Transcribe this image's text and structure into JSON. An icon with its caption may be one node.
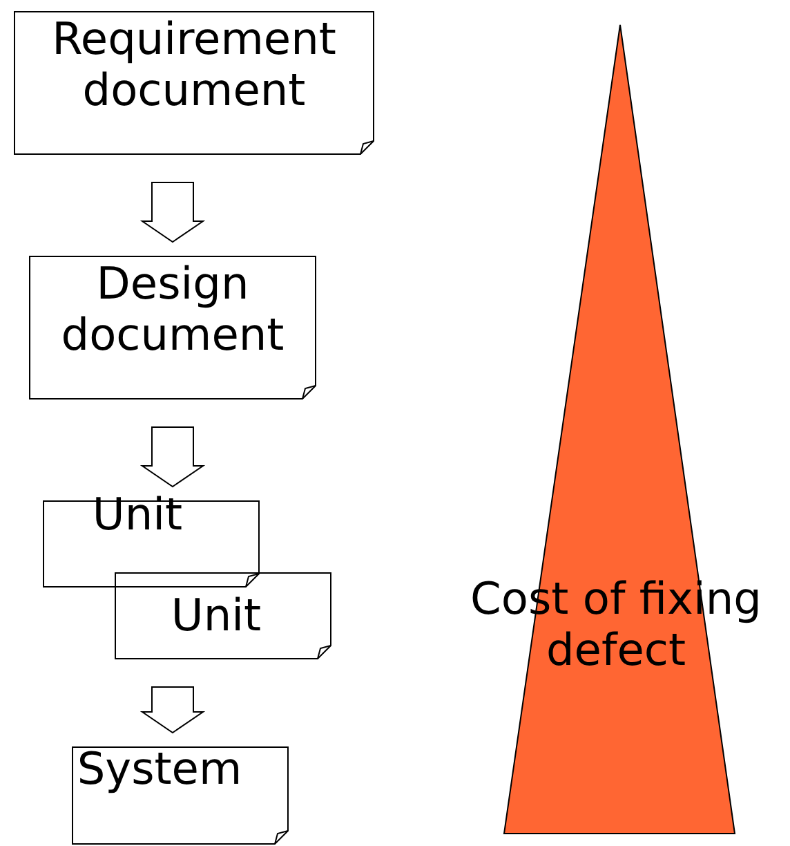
{
  "diagram": {
    "nodes": [
      {
        "text": [
          "Requirement document"
        ]
      },
      {
        "text": [
          "Design document"
        ]
      },
      {
        "text": [
          "Unit"
        ]
      },
      {
        "text": [
          "Unit"
        ]
      },
      {
        "text": [
          "System"
        ]
      },
      {
        "text": [
          "Cost of fixing defect"
        ]
      }
    ],
    "edges": [
      {
        "from": 0,
        "to": 1,
        "arrow": "to"
      },
      {
        "from": 1,
        "to": 2,
        "arrow": "to"
      },
      {
        "from": 3,
        "to": 4,
        "arrow": "to"
      }
    ]
  }
}
